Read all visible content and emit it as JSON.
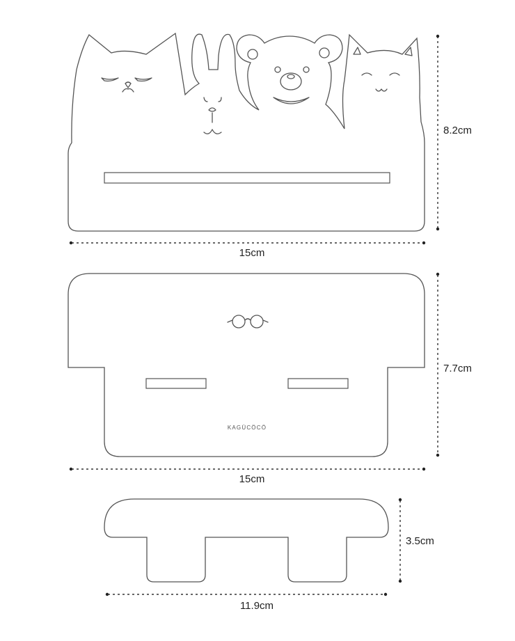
{
  "pieces": [
    {
      "name": "back-panel",
      "width_label": "15cm",
      "height_label": "8.2cm"
    },
    {
      "name": "base-panel",
      "width_label": "15cm",
      "height_label": "7.7cm",
      "brand_text": "KAGÜCÖCÖ",
      "icon": "glasses-icon"
    },
    {
      "name": "support-piece",
      "width_label": "11.9cm",
      "height_label": "3.5cm"
    }
  ],
  "colors": {
    "outline": "#555555",
    "dimension": "#222222",
    "background": "#ffffff"
  }
}
